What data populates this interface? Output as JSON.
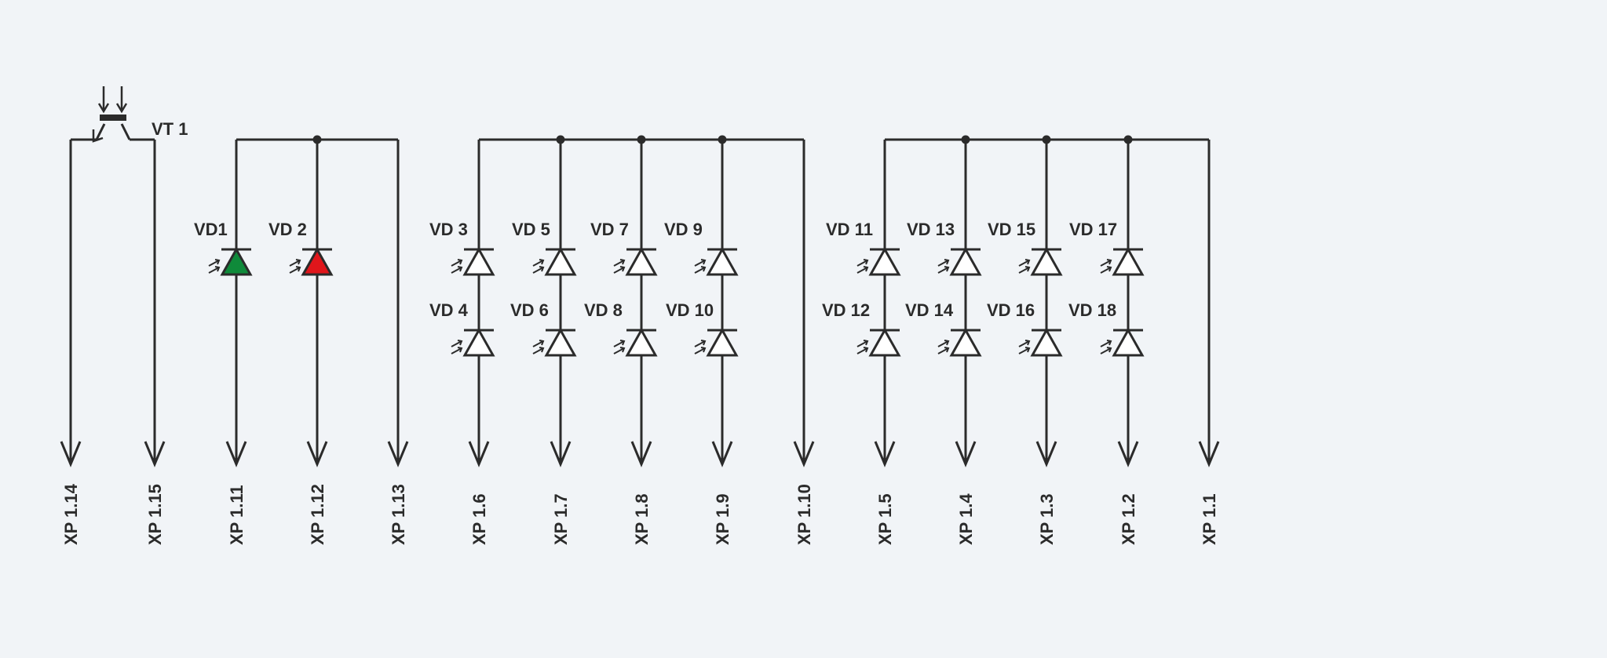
{
  "schematic": {
    "colors": {
      "background": "#f1f4f7",
      "wire": "#2b2b2b",
      "vd1_fill": "#0f8a3a",
      "vd2_fill": "#e0161b",
      "diode_fill": "#ffffff"
    },
    "transistor": {
      "label": "VT 1"
    },
    "pins": [
      "XP 1.14",
      "XP 1.15",
      "XP 1.11",
      "XP 1.12",
      "XP 1.13",
      "XP 1.6",
      "XP 1.7",
      "XP 1.8",
      "XP 1.9",
      "XP 1.10",
      "XP 1.5",
      "XP 1.4",
      "XP 1.3",
      "XP 1.2",
      "XP 1.1"
    ],
    "leds": [
      "VD1",
      "VD 2",
      "VD 3",
      "VD 4",
      "VD 5",
      "VD 6",
      "VD 7",
      "VD 8",
      "VD 9",
      "VD 10",
      "VD 11",
      "VD 12",
      "VD 13",
      "VD 14",
      "VD 15",
      "VD 16",
      "VD 17",
      "VD 18"
    ]
  }
}
